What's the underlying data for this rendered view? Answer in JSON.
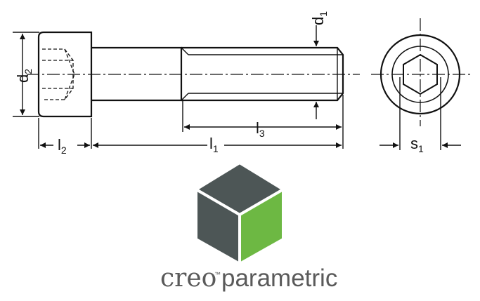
{
  "drawing": {
    "labels": {
      "d1": {
        "main": "d",
        "sub": "1"
      },
      "d2": {
        "main": "d",
        "sub": "2"
      },
      "l1": {
        "main": "l",
        "sub": "1"
      },
      "l2": {
        "main": "l",
        "sub": "2"
      },
      "l3": {
        "main": "l",
        "sub": "3"
      },
      "s1": {
        "main": "s",
        "sub": "1"
      }
    },
    "line_color": "#111111"
  },
  "logo": {
    "word_creo": "creo",
    "trademark": "™",
    "word_parametric": "parametric",
    "colors": {
      "cube_dark": "#4d5656",
      "cube_green": "#6db843",
      "cube_outline": "#ffffff",
      "text": "#5a5a5a"
    }
  }
}
